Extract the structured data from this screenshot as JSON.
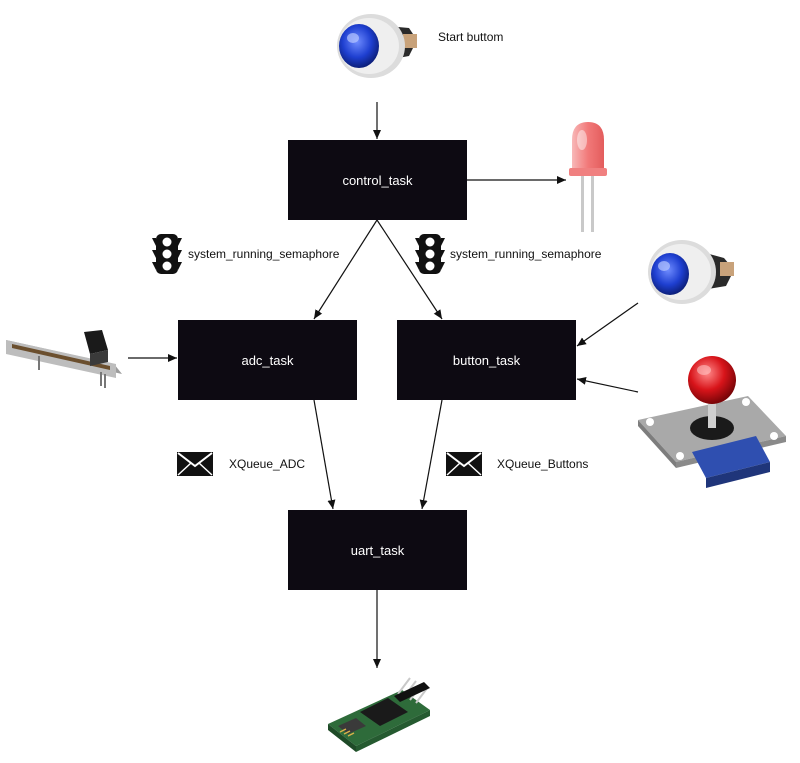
{
  "diagram": {
    "tasks": {
      "control": "control_task",
      "adc": "adc_task",
      "button": "button_task",
      "uart": "uart_task"
    },
    "labels": {
      "start_button": "Start buttom",
      "semaphore_left": "system_running_semaphore",
      "semaphore_right": "system_running_semaphore",
      "queue_adc": "XQueue_ADC",
      "queue_buttons": "XQueue_Buttons"
    },
    "icons": {
      "start_button": "arcade-push-button-icon",
      "led": "red-led-icon",
      "semaphore": "traffic-light-icon",
      "queue": "envelope-icon",
      "slider": "slide-potentiometer-icon",
      "blue_button": "arcade-push-button-icon",
      "joystick": "arcade-joystick-icon",
      "bluetooth": "bluetooth-module-icon"
    },
    "colors": {
      "task_fill": "#0d0a12",
      "task_text": "#ffffff",
      "arrow": "#111111",
      "button_blue": "#1e3fd0",
      "led_red": "#f06a6a",
      "joystick_red": "#d8141a",
      "pcb_green": "#2e6b3a"
    }
  }
}
